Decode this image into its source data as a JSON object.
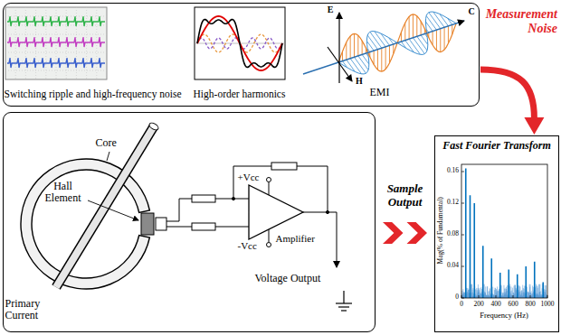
{
  "diagram": {
    "nodes": [
      {
        "text": [
          "Switching ripple and high-frequency noise",
          "High-order harmonics",
          "EMI"
        ]
      },
      {
        "text": [
          "Core",
          "Hall Element",
          "Primary Current",
          "Amplifier",
          "+Vcc",
          "-Vcc",
          "Voltage Output"
        ]
      },
      {
        "text": [
          "Fast Fourier Transform"
        ]
      }
    ],
    "edges": [
      {
        "from": 0,
        "to": 2,
        "arrow": "to",
        "label": "Measurement Noise"
      },
      {
        "from": 1,
        "to": 2,
        "arrow": "to",
        "label": "Sample Output"
      }
    ],
    "labels": [
      "E",
      "H",
      "C",
      "0.16",
      "0.12",
      "0.08",
      "0.04",
      "0",
      "0",
      "200",
      "400",
      "600",
      "800",
      "1000",
      "Frequency (Hz)",
      "Mag(% of Fundamental)"
    ]
  }
}
